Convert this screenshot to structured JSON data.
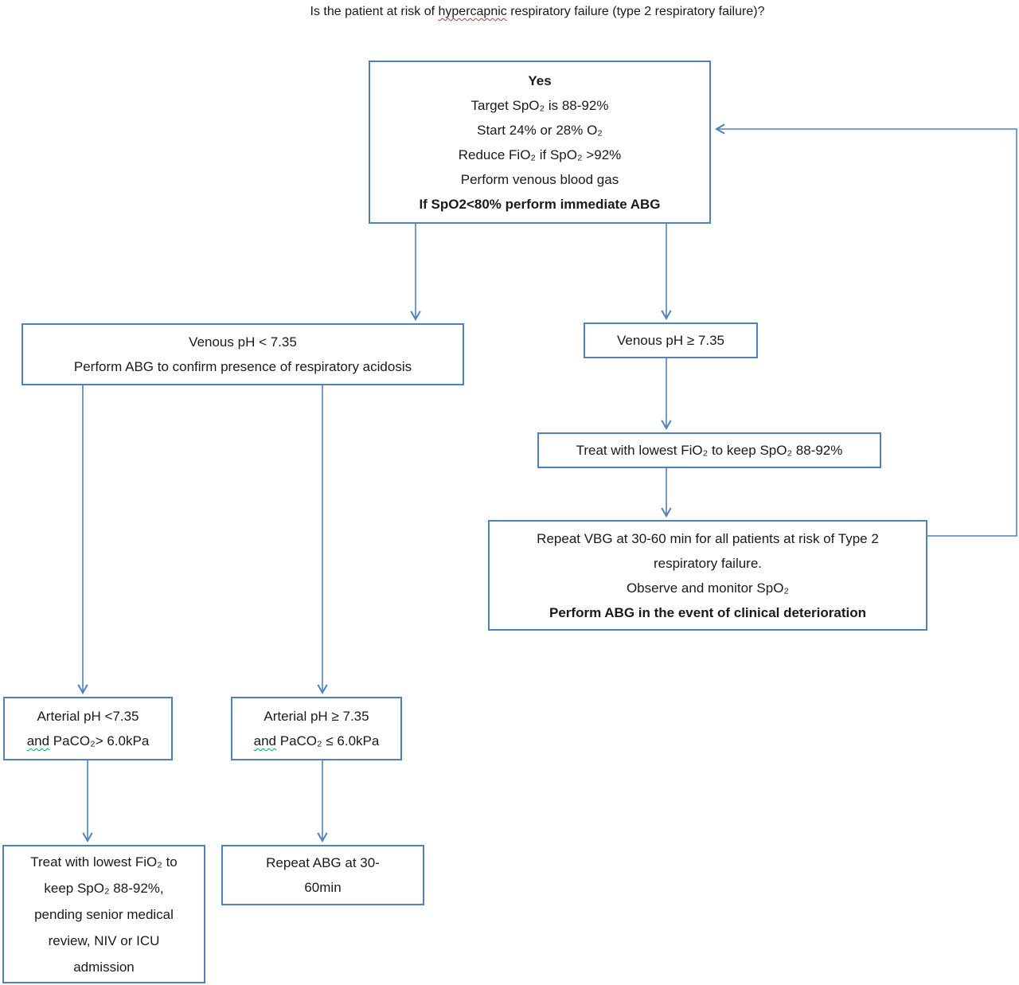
{
  "title": {
    "segments": [
      "Is the patient at risk of ",
      "hypercapnic",
      " respiratory failure (type 2 respiratory failure)?"
    ]
  },
  "colors": {
    "line_blue": "#4f81bd",
    "text": "#1a1a1a",
    "squiggle_red": "#d13438",
    "squiggle_green": "#00b050",
    "background": "#ffffff"
  },
  "boxes": {
    "yes": {
      "lines": [
        "Yes",
        "Target SpO₂ is 88-92%",
        "Start 24% or 28% O₂",
        "Reduce FiO₂ if SpO₂ >92%",
        "Perform venous blood gas",
        "If SpO2<80% perform immediate ABG"
      ]
    },
    "venous_low": {
      "lines": [
        "Venous pH < 7.35",
        "Perform ABG to confirm presence of respiratory acidosis"
      ]
    },
    "venous_high": {
      "lines": [
        "Venous pH ≥ 7.35"
      ]
    },
    "treat_keep_spo2": {
      "lines": [
        "Treat with lowest FiO₂ to keep SpO₂ 88-92%"
      ]
    },
    "repeat_vbg": {
      "lines": [
        "Repeat VBG at 30-60 min for all patients at risk of Type 2",
        "respiratory failure.",
        "Observe and monitor SpO₂",
        "Perform ABG in the event of clinical deterioration"
      ]
    },
    "arterial_low": {
      "line1": "Arterial pH <7.35",
      "line2": [
        "and",
        " PaCO₂> 6.0kPa"
      ]
    },
    "arterial_high": {
      "line1": "Arterial pH ≥ 7.35",
      "line2": [
        "and",
        " PaCO₂ ≤ 6.0kPa"
      ]
    },
    "treat_pending": {
      "lines": [
        "Treat with lowest FiO₂ to",
        "keep SpO₂ 88-92%,",
        "pending senior medical",
        "review, NIV or ICU",
        "admission"
      ]
    },
    "repeat_abg": {
      "lines": [
        "Repeat ABG at 30-",
        "60min"
      ]
    }
  }
}
